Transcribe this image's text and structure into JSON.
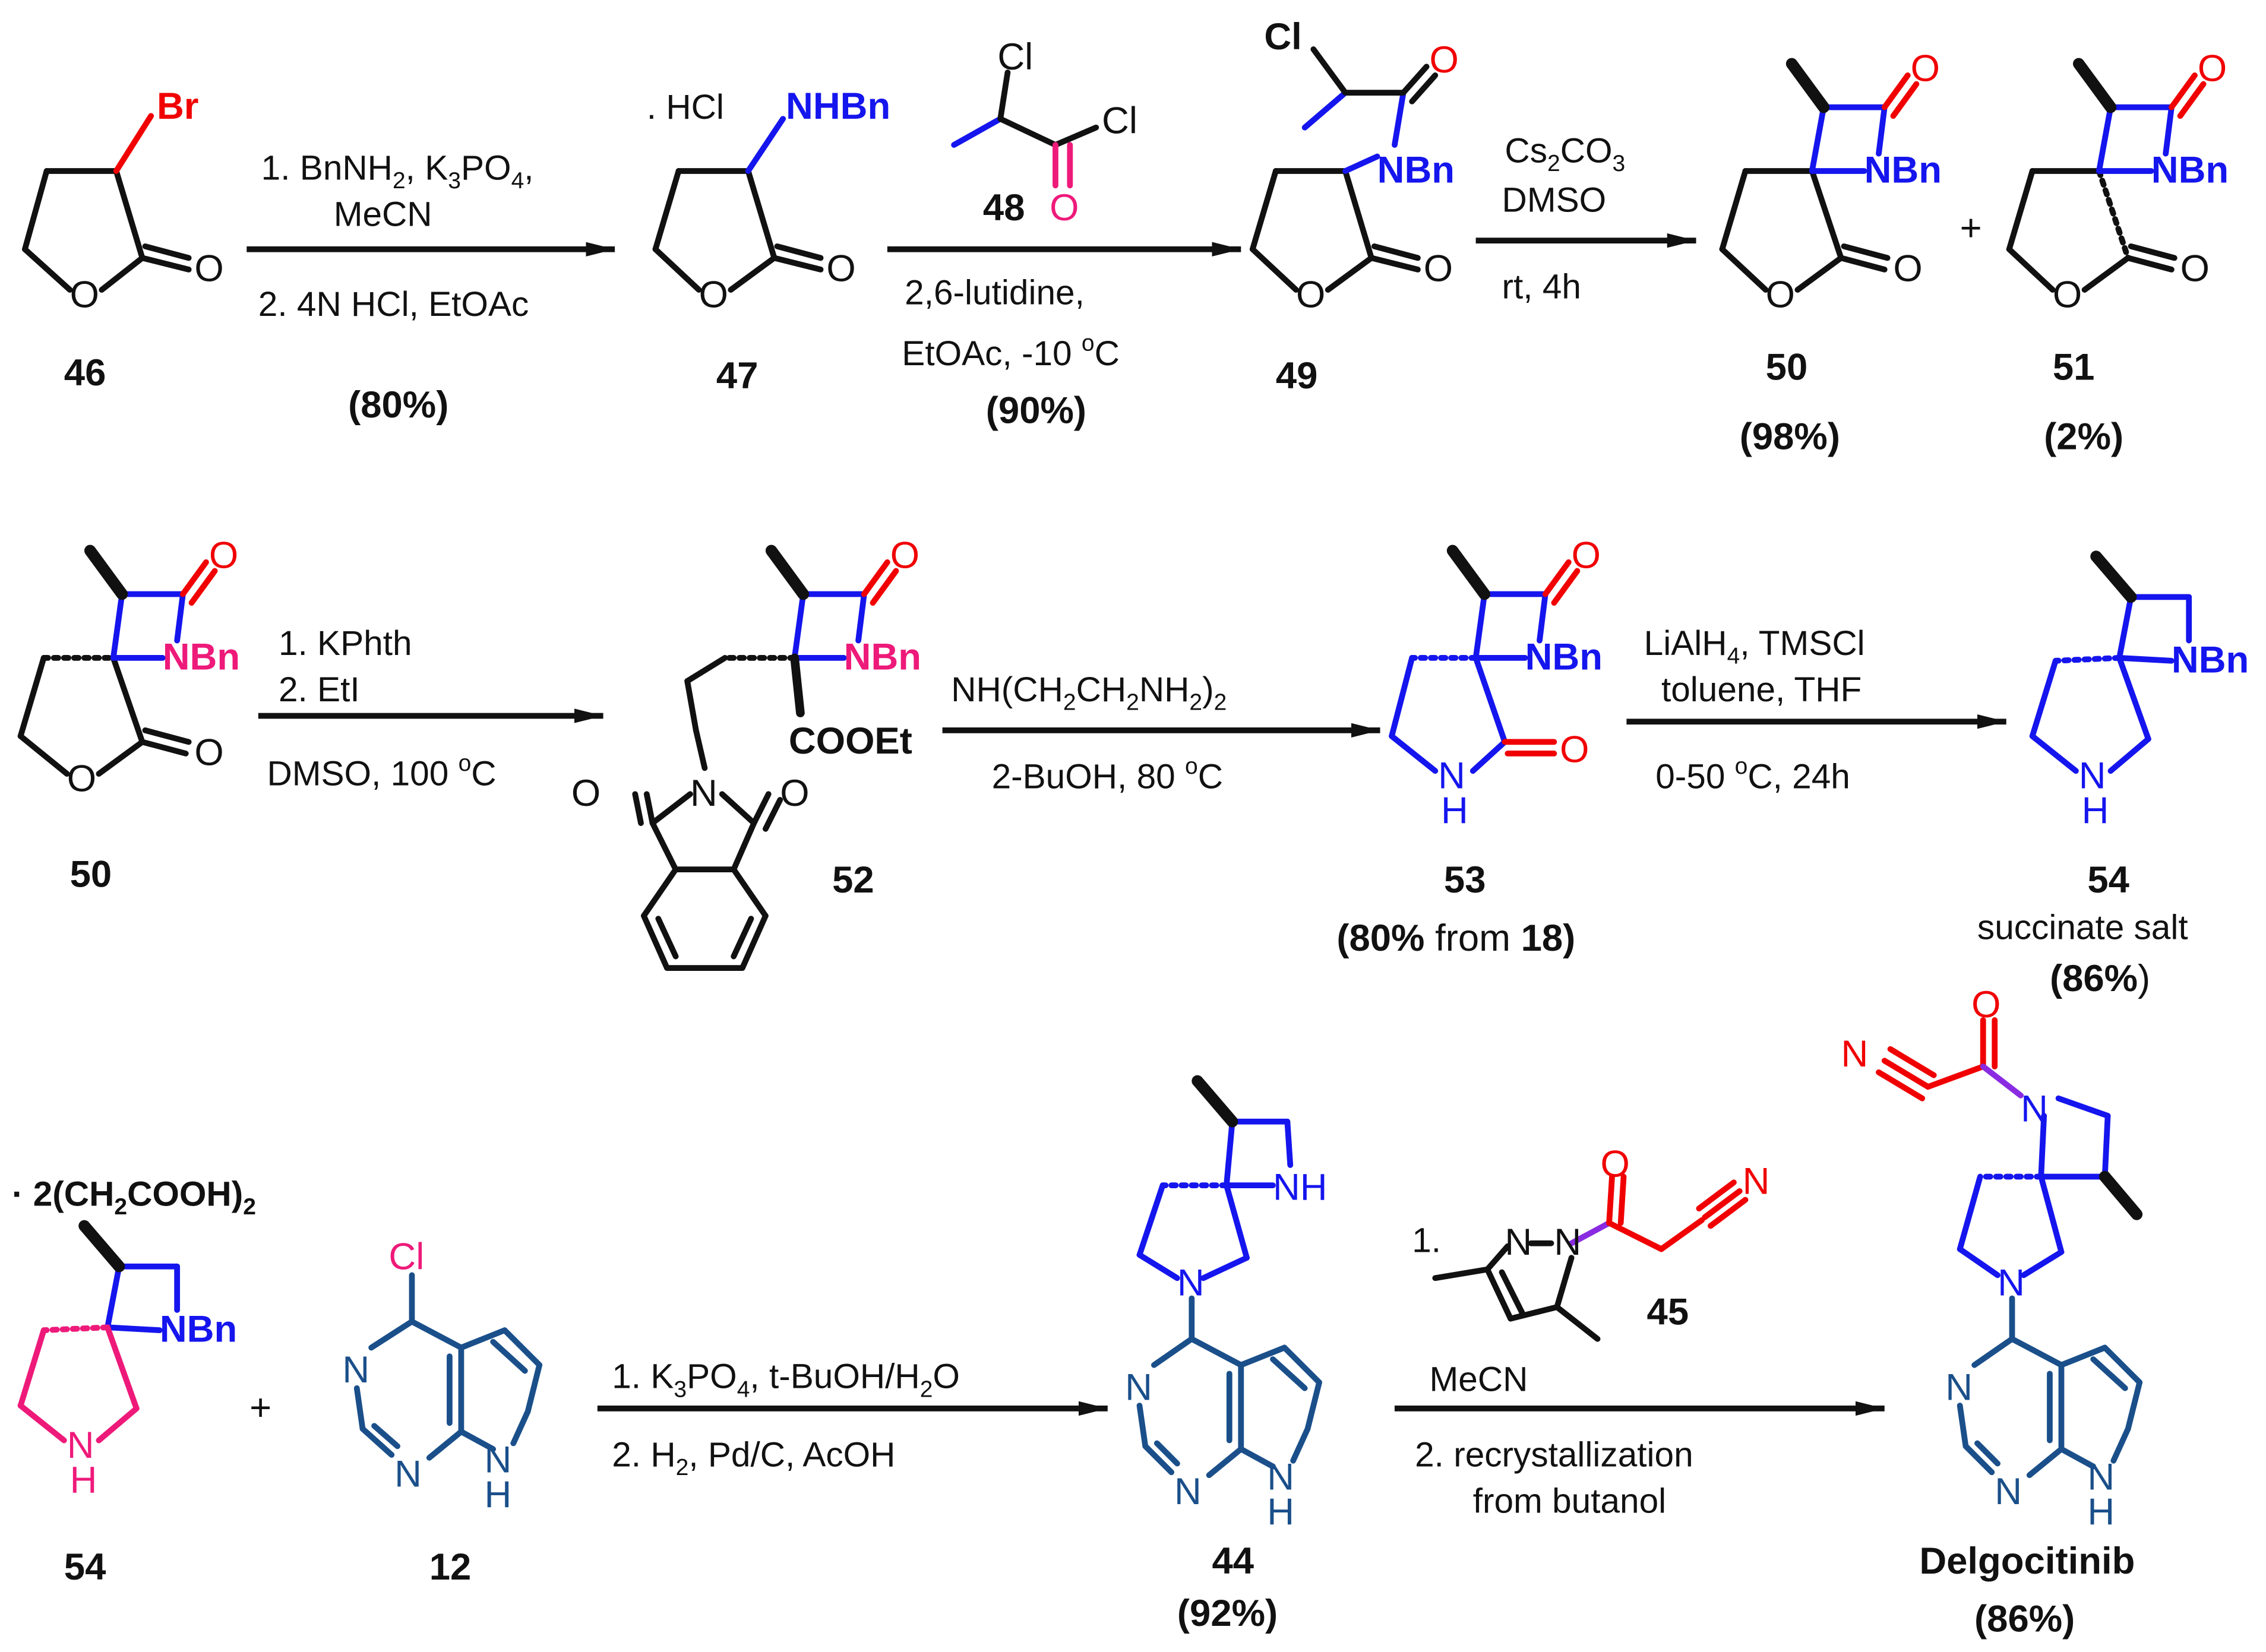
{
  "colors": {
    "black": "#111111",
    "red": "#f00000",
    "blue": "#1515ee",
    "pink": "#ee1a7a",
    "navy": "#1a4f8a",
    "purple": "#8a2be2"
  },
  "row1": {
    "c46": {
      "label": "46",
      "br": "Br",
      "o_ring": "O",
      "o_co": "O"
    },
    "step1": {
      "line1": "1. BnNH",
      "line1_sub": "2",
      "line1_tail": ", K",
      "line1_sub2": "3",
      "line1_tail2": "PO",
      "line1_sub3": "4",
      "line1_end": ",",
      "line2": "MeCN",
      "line3": "2. 4N HCl, EtOAc",
      "yield": "(80%)"
    },
    "c47": {
      "label": "47",
      "salt": ". HCl",
      "nhbn": "NHBn",
      "o_ring": "O",
      "o_co": "O"
    },
    "c48": {
      "label": "48",
      "cl1": "Cl",
      "cl2": "Cl",
      "o": "O"
    },
    "step2": {
      "line1": "2,6-lutidine,",
      "line2": "EtOAc, -10 ",
      "line2_sup": "o",
      "line2_end": "C",
      "yield": "(90%)"
    },
    "c49": {
      "label": "49",
      "cl": "Cl",
      "o_amide": "O",
      "nbn": "NBn",
      "o_ring": "O",
      "o_co": "O"
    },
    "step3": {
      "line1": "Cs",
      "line1_sub": "2",
      "line1_end": "CO",
      "line1_sub2": "3",
      "line2": "DMSO",
      "line3": "rt, 4h"
    },
    "c50": {
      "label": "50",
      "yield": "(98%)",
      "o_lactam": "O",
      "nbn": "NBn",
      "o_ring": "O",
      "o_co": "O"
    },
    "plus": "+",
    "c51": {
      "label": "51",
      "yield": "(2%)",
      "o_lactam": "O",
      "nbn": "NBn",
      "o_ring": "O",
      "o_co": "O"
    }
  },
  "row2": {
    "c50": {
      "label": "50",
      "o_lactam": "O",
      "nbn": "NBn",
      "o_ring": "O",
      "o_co": "O"
    },
    "step1": {
      "line1": "1. KPhth",
      "line2": "2. EtI",
      "line3": "DMSO, 100 ",
      "line3_sup": "o",
      "line3_end": "C"
    },
    "c52": {
      "label": "52",
      "o_lactam": "O",
      "nbn": "NBn",
      "cooet": "COOEt",
      "n_phth": "N",
      "o1": "O",
      "o2": "O"
    },
    "step2": {
      "line1": "NH(CH",
      "s1": "2",
      "m1": "CH",
      "s2": "2",
      "m2": "NH",
      "s3": "2",
      "m3": ")",
      "s4": "2",
      "line2": "2-BuOH, 80 ",
      "line2_sup": "o",
      "line2_end": "C"
    },
    "c53": {
      "label": "53",
      "yield_pre": "(80%",
      "yield_mid": " from ",
      "yield_ref": "18",
      "yield_end": ")",
      "o_lactam": "O",
      "nbn": "NBn",
      "o_co": "O",
      "nh": "N",
      "h": "H"
    },
    "step3": {
      "line1": "LiAlH",
      "line1_sub": "4",
      "line1_end": ", TMSCl",
      "line2": "toluene, THF",
      "line3": "0-50 ",
      "line3_sup": "o",
      "line3_end": "C, 24h"
    },
    "c54": {
      "label": "54",
      "sub": "succinate salt",
      "yield_pre": "(86%",
      "yield_end": ")",
      "nbn": "NBn",
      "nh": "N",
      "h": "H"
    }
  },
  "row3": {
    "c54": {
      "label": "54",
      "salt_pre": "· 2(CH",
      "salt_sub": "2",
      "salt_mid": "COOH)",
      "salt_sub2": "2",
      "nbn": "NBn",
      "nh": "N",
      "h": "H"
    },
    "plus": "+",
    "c12": {
      "label": "12",
      "cl": "Cl",
      "n1": "N",
      "n2": "N",
      "nh": "N",
      "h": "H"
    },
    "step1": {
      "line1": "1. K",
      "l1s1": "3",
      "l1m": "PO",
      "l1s2": "4",
      "l1m2": ", t-BuOH/H",
      "l1s3": "2",
      "l1e": "O",
      "line2": "2. H",
      "l2s": "2",
      "l2e": ", Pd/C, AcOH"
    },
    "c44": {
      "label": "44",
      "yield": "(92%)",
      "nh_az": "NH",
      "n_pyr": "N",
      "n1": "N",
      "n2": "N",
      "nh": "N",
      "h": "H"
    },
    "c45": {
      "label": "45",
      "step_num": "1.",
      "n1": "N",
      "n2": "N",
      "o": "O",
      "cn": "N"
    },
    "step2": {
      "line1": "MeCN",
      "line2": "2. recrystallization",
      "line3": "from butanol"
    },
    "delg": {
      "label": "Delgocitinib",
      "yield": "(86%)",
      "cn": "N",
      "o": "O",
      "n_az": "N",
      "n_pyr": "N",
      "n1": "N",
      "n2": "N",
      "nh": "N",
      "h": "H"
    }
  }
}
